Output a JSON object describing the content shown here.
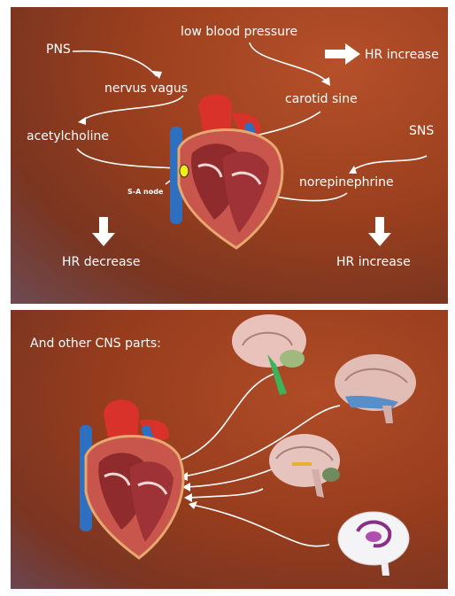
{
  "top_panel": {
    "labels": {
      "pns": "PNS",
      "low_bp": "low blood pressure",
      "hr_increase_top": "HR increase",
      "nervus_vagus": "nervus vagus",
      "carotid_sine": "carotid sine",
      "acetylcholine": "acetylcholine",
      "sns": "SNS",
      "norepinephrine": "norepinephrine",
      "sa_node": "S-A node",
      "hr_decrease": "HR decrease",
      "hr_increase_bottom": "HR increase"
    }
  },
  "bottom_panel": {
    "title": "And other CNS parts:"
  },
  "colors": {
    "background": "#9a3f1e",
    "text": "#ffffff",
    "sa_node": "#f2ee1a",
    "cerebellum_highlight": "#3cb35a",
    "brainstem_highlight": "#5a8ec9"
  }
}
